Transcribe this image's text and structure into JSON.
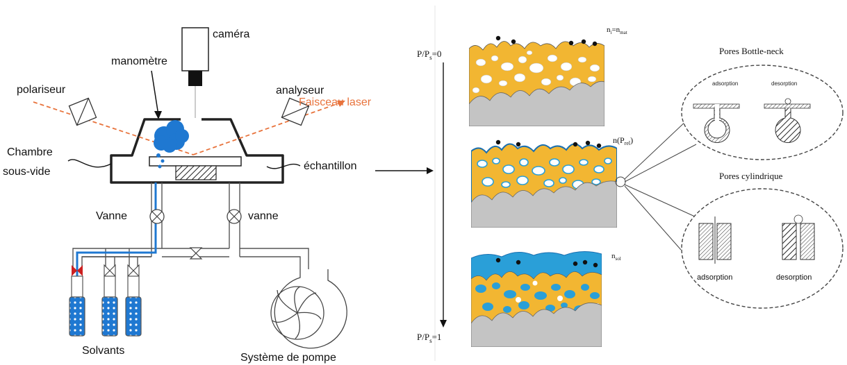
{
  "setup": {
    "camera": "caméra",
    "manometer": "manomètre",
    "polarizer": "polariseur",
    "analyzer": "analyseur",
    "laser": "Faisceau laser",
    "chamber_line1": "Chambre",
    "chamber_line2": "sous-vide",
    "sample": "échantillon",
    "valve_left": "Vanne",
    "valve_right": "vanne",
    "solvents": "Solvants",
    "pump": "Système de pompe"
  },
  "pressure": {
    "top_prefix": "P/P",
    "top_sub": "s",
    "top_suffix": "=0",
    "bottom_prefix": "P/P",
    "bottom_sub": "s",
    "bottom_suffix": "=1"
  },
  "states": {
    "s1_base": "n",
    "s1_sub": "i",
    "s1_eq": "=n",
    "s1_sub2": "mat",
    "s2_base": "n(P",
    "s2_sub": "rel",
    "s2_end": ")",
    "s3_base": "n",
    "s3_sub": "sol"
  },
  "pores": {
    "bottleneck_title": "Pores Bottle-neck",
    "bn_adsorption": "adsorption",
    "bn_desorption": "desorption",
    "cyl_title": "Pores cylindrique",
    "cyl_adsorption": "adsorption",
    "cyl_desorption": "desorption"
  },
  "colors": {
    "laser": "#e8733c",
    "solvent_blue": "#1f78d1",
    "film_blue": "#2a9fd8",
    "matrix_yellow": "#f2b632",
    "substrate_gray": "#c4c4c4",
    "valve_red": "#cc2020"
  }
}
